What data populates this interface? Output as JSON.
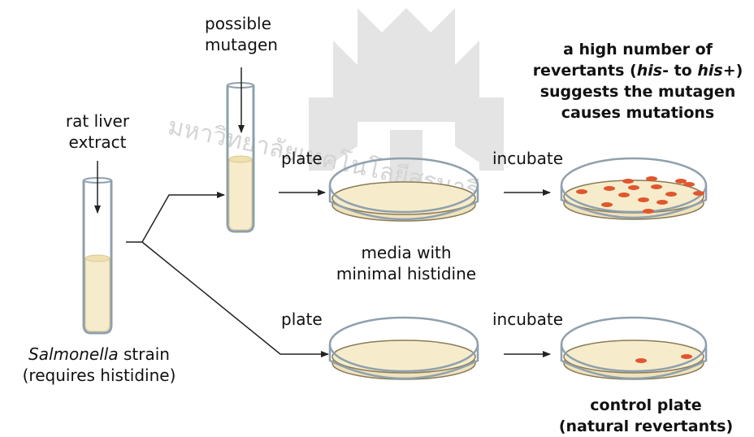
{
  "labels": {
    "rat_liver_extract": [
      "rat liver",
      "extract"
    ],
    "possible_mutagen": [
      "possible",
      "mutagen"
    ],
    "plate_top": "plate",
    "plate_bottom": "plate",
    "incubate_top": "incubate",
    "incubate_bottom": "incubate",
    "media": [
      "media with",
      "minimal histidine"
    ],
    "strain_name": "Salmonella",
    "strain_suffix": " strain",
    "strain_note": "(requires histidine)",
    "result_top": {
      "line1": "a high number of",
      "line2_pre": "revertants (",
      "line2_his1": "his",
      "line2_mid": "- to ",
      "line2_his2": "his",
      "line2_post": "+)",
      "line3": "suggests the mutagen",
      "line4": "causes mutations"
    },
    "result_bottom": [
      "control plate",
      "(natural revertants)"
    ]
  },
  "watermark": {
    "text": "มหาวิทยาลัยเทคโนโลยีสุรนารี"
  },
  "colors": {
    "tube_fill": "#f6eccb",
    "plate_fill": "#f6eccb",
    "colony": "#e0562e",
    "line": "#222222",
    "outline": "#7a8c9a",
    "watermark": "#d8d8d8"
  }
}
